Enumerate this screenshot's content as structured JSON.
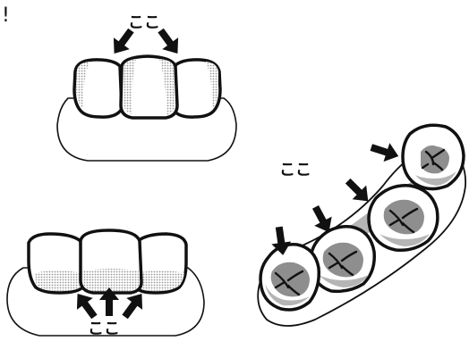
{
  "marker_text": "!",
  "labels": {
    "top": "ここ",
    "bottom": "ここ",
    "right": "ここ"
  },
  "colors": {
    "outline": "#111111",
    "tooth_fill": "#ffffff",
    "gum_fill": "#ffffff",
    "shading": "#b5b5b5",
    "occlusal_shading": "#8e8e8e"
  },
  "icons": {
    "arrow": "arrow-icon"
  }
}
